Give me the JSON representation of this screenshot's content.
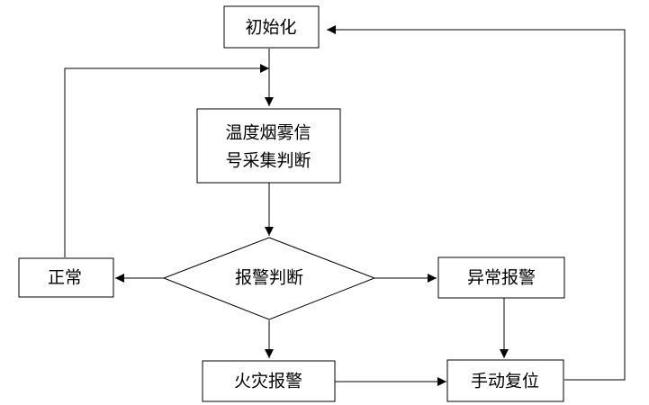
{
  "nodes": {
    "init": {
      "label": "初始化"
    },
    "collect": {
      "line1": "温度烟雾信",
      "line2": "号采集判断"
    },
    "judge": {
      "label": "报警判断"
    },
    "normal": {
      "label": "正常"
    },
    "abnormal": {
      "label": "异常报警"
    },
    "fire": {
      "label": "火灾报警"
    },
    "reset": {
      "label": "手动复位"
    }
  },
  "colors": {
    "stroke": "#000000",
    "fill": "#ffffff",
    "text": "#000000"
  }
}
